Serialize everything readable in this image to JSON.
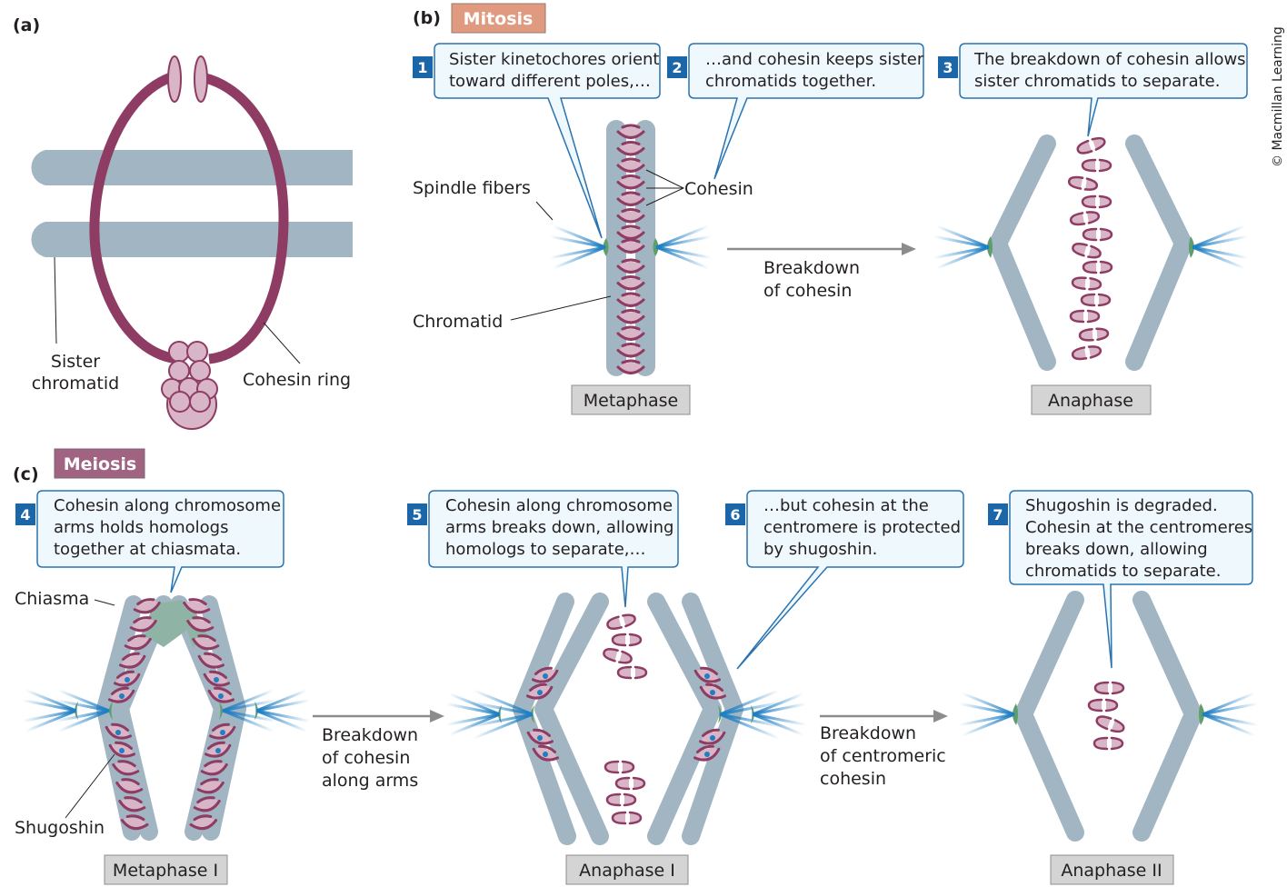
{
  "figure": {
    "copyright": "© Macmillan Learning",
    "colors": {
      "chromatid": "#a1b5c2",
      "cohesin_ring": "#8e3c63",
      "cohesin_fill": "#d9b6c7",
      "spindle": "#1f7fc4",
      "kinetochore": "#5e9e6b",
      "chiasma": "#8fb4a5",
      "callout_bg": "#eef8fd",
      "callout_border": "#2a73b0",
      "step_badge": "#1b66a8",
      "mitosis_tag": "#e09a80",
      "meiosis_tag": "#a06482",
      "stage_box": "#d4d4d4",
      "arrow": "#8c8c8c",
      "shugoshin_dot": "#1f7fc4"
    }
  },
  "panel_a": {
    "letter": "(a)",
    "labels": {
      "sister_chromatid_line1": "Sister",
      "sister_chromatid_line2": "chromatid",
      "cohesin_ring": "Cohesin ring"
    }
  },
  "panel_b": {
    "letter": "(b)",
    "tag": "Mitosis",
    "steps": [
      {
        "num": "1",
        "lines": [
          "Sister kinetochores orient",
          "toward different poles,…"
        ]
      },
      {
        "num": "2",
        "lines": [
          "…and cohesin keeps sister",
          "chromatids together."
        ]
      },
      {
        "num": "3",
        "lines": [
          "The breakdown of cohesin allows",
          "sister chromatids to separate."
        ]
      }
    ],
    "labels": {
      "spindle_fibers": "Spindle fibers",
      "cohesin": "Cohesin",
      "chromatid": "Chromatid"
    },
    "arrow_label": [
      "Breakdown",
      "of cohesin"
    ],
    "stages": [
      "Metaphase",
      "Anaphase"
    ]
  },
  "panel_c": {
    "letter": "(c)",
    "tag": "Meiosis",
    "steps": [
      {
        "num": "4",
        "lines": [
          "Cohesin along chromosome",
          "arms holds homologs",
          "together at chiasmata."
        ]
      },
      {
        "num": "5",
        "lines": [
          "Cohesin along chromosome",
          "arms breaks down, allowing",
          "homologs to separate,…"
        ]
      },
      {
        "num": "6",
        "lines": [
          "…but cohesin at the",
          "centromere is protected",
          "by shugoshin."
        ]
      },
      {
        "num": "7",
        "lines": [
          "Shugoshin is degraded.",
          "Cohesin at the centromeres",
          "breaks down, allowing",
          "chromatids to separate."
        ]
      }
    ],
    "labels": {
      "chiasma": "Chiasma",
      "shugoshin": "Shugoshin"
    },
    "arrow_labels": [
      [
        "Breakdown",
        "of cohesin",
        "along arms"
      ],
      [
        "Breakdown",
        "of centromeric",
        "cohesin"
      ]
    ],
    "stages": [
      "Metaphase I",
      "Anaphase I",
      "Anaphase II"
    ]
  }
}
